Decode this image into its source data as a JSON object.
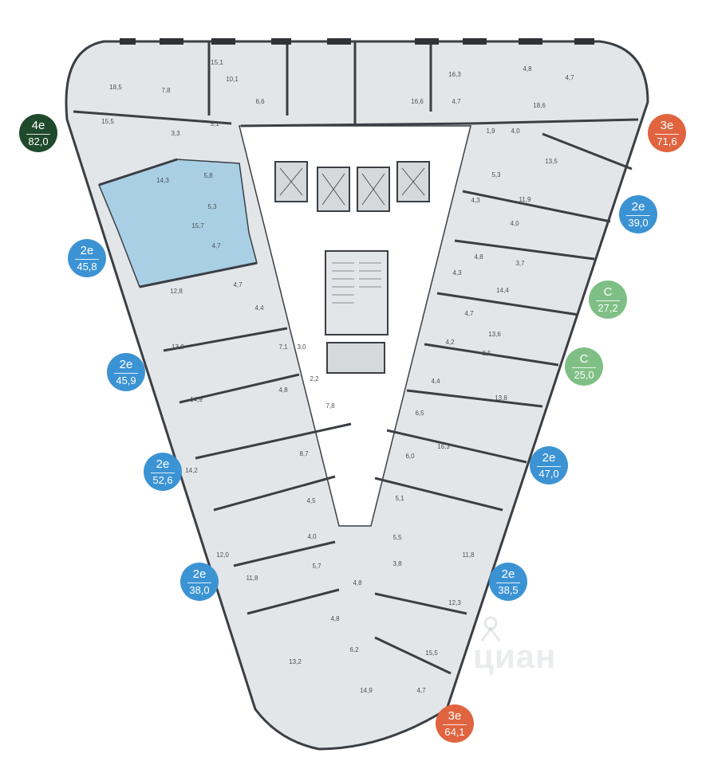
{
  "colors": {
    "plan_fill": "#e3e6e9",
    "wall": "#3b3f44",
    "window": "#2f3337",
    "highlight": "#a9cfe5",
    "four_room": "#1f4a2c",
    "three_room": "#e0643f",
    "two_room": "#3c93d4",
    "studio": "#7fbf85"
  },
  "watermark": "циан",
  "badges": [
    {
      "type": "4е",
      "area": "82,0",
      "color_key": "four_room"
    },
    {
      "type": "3е",
      "area": "71,6",
      "color_key": "three_room"
    },
    {
      "type": "2е",
      "area": "39,0",
      "color_key": "two_room"
    },
    {
      "type": "2е",
      "area": "45,8",
      "color_key": "two_room"
    },
    {
      "type": "С",
      "area": "27,2",
      "color_key": "studio"
    },
    {
      "type": "С",
      "area": "25,0",
      "color_key": "studio"
    },
    {
      "type": "2е",
      "area": "45,9",
      "color_key": "two_room"
    },
    {
      "type": "2е",
      "area": "47,0",
      "color_key": "two_room"
    },
    {
      "type": "2е",
      "area": "52,6",
      "color_key": "two_room"
    },
    {
      "type": "2е",
      "area": "38,0",
      "color_key": "two_room"
    },
    {
      "type": "2е",
      "area": "38,5",
      "color_key": "two_room"
    },
    {
      "type": "3е",
      "area": "64,1",
      "color_key": "three_room"
    }
  ],
  "room_labels": [
    "18,5",
    "7,8",
    "15,1",
    "10,1",
    "6,6",
    "16,3",
    "16,6",
    "4,7",
    "4,8",
    "4,7",
    "18,6",
    "15,5",
    "3,3",
    "5,1",
    "1,9",
    "4,0",
    "13,5",
    "14,3",
    "5,8",
    "5,3",
    "11,9",
    "5,3",
    "15,7",
    "4,0",
    "4,3",
    "4,7",
    "4,8",
    "3,7",
    "4,3",
    "4,7",
    "12,8",
    "4,4",
    "14,4",
    "4,7",
    "13,6",
    "13,9",
    "7,1",
    "3,0",
    "4,2",
    "2,5",
    "2,2",
    "4,8",
    "4,4",
    "13,8",
    "14,9",
    "7,8",
    "6,5",
    "8,7",
    "6,0",
    "16,3",
    "14,2",
    "4,5",
    "5,1",
    "4,0",
    "5,5",
    "12,0",
    "11,8",
    "5,7",
    "3,8",
    "11,8",
    "4,8",
    "12,3",
    "4,8",
    "6,2",
    "13,2",
    "15,5",
    "14,9",
    "4,7"
  ]
}
